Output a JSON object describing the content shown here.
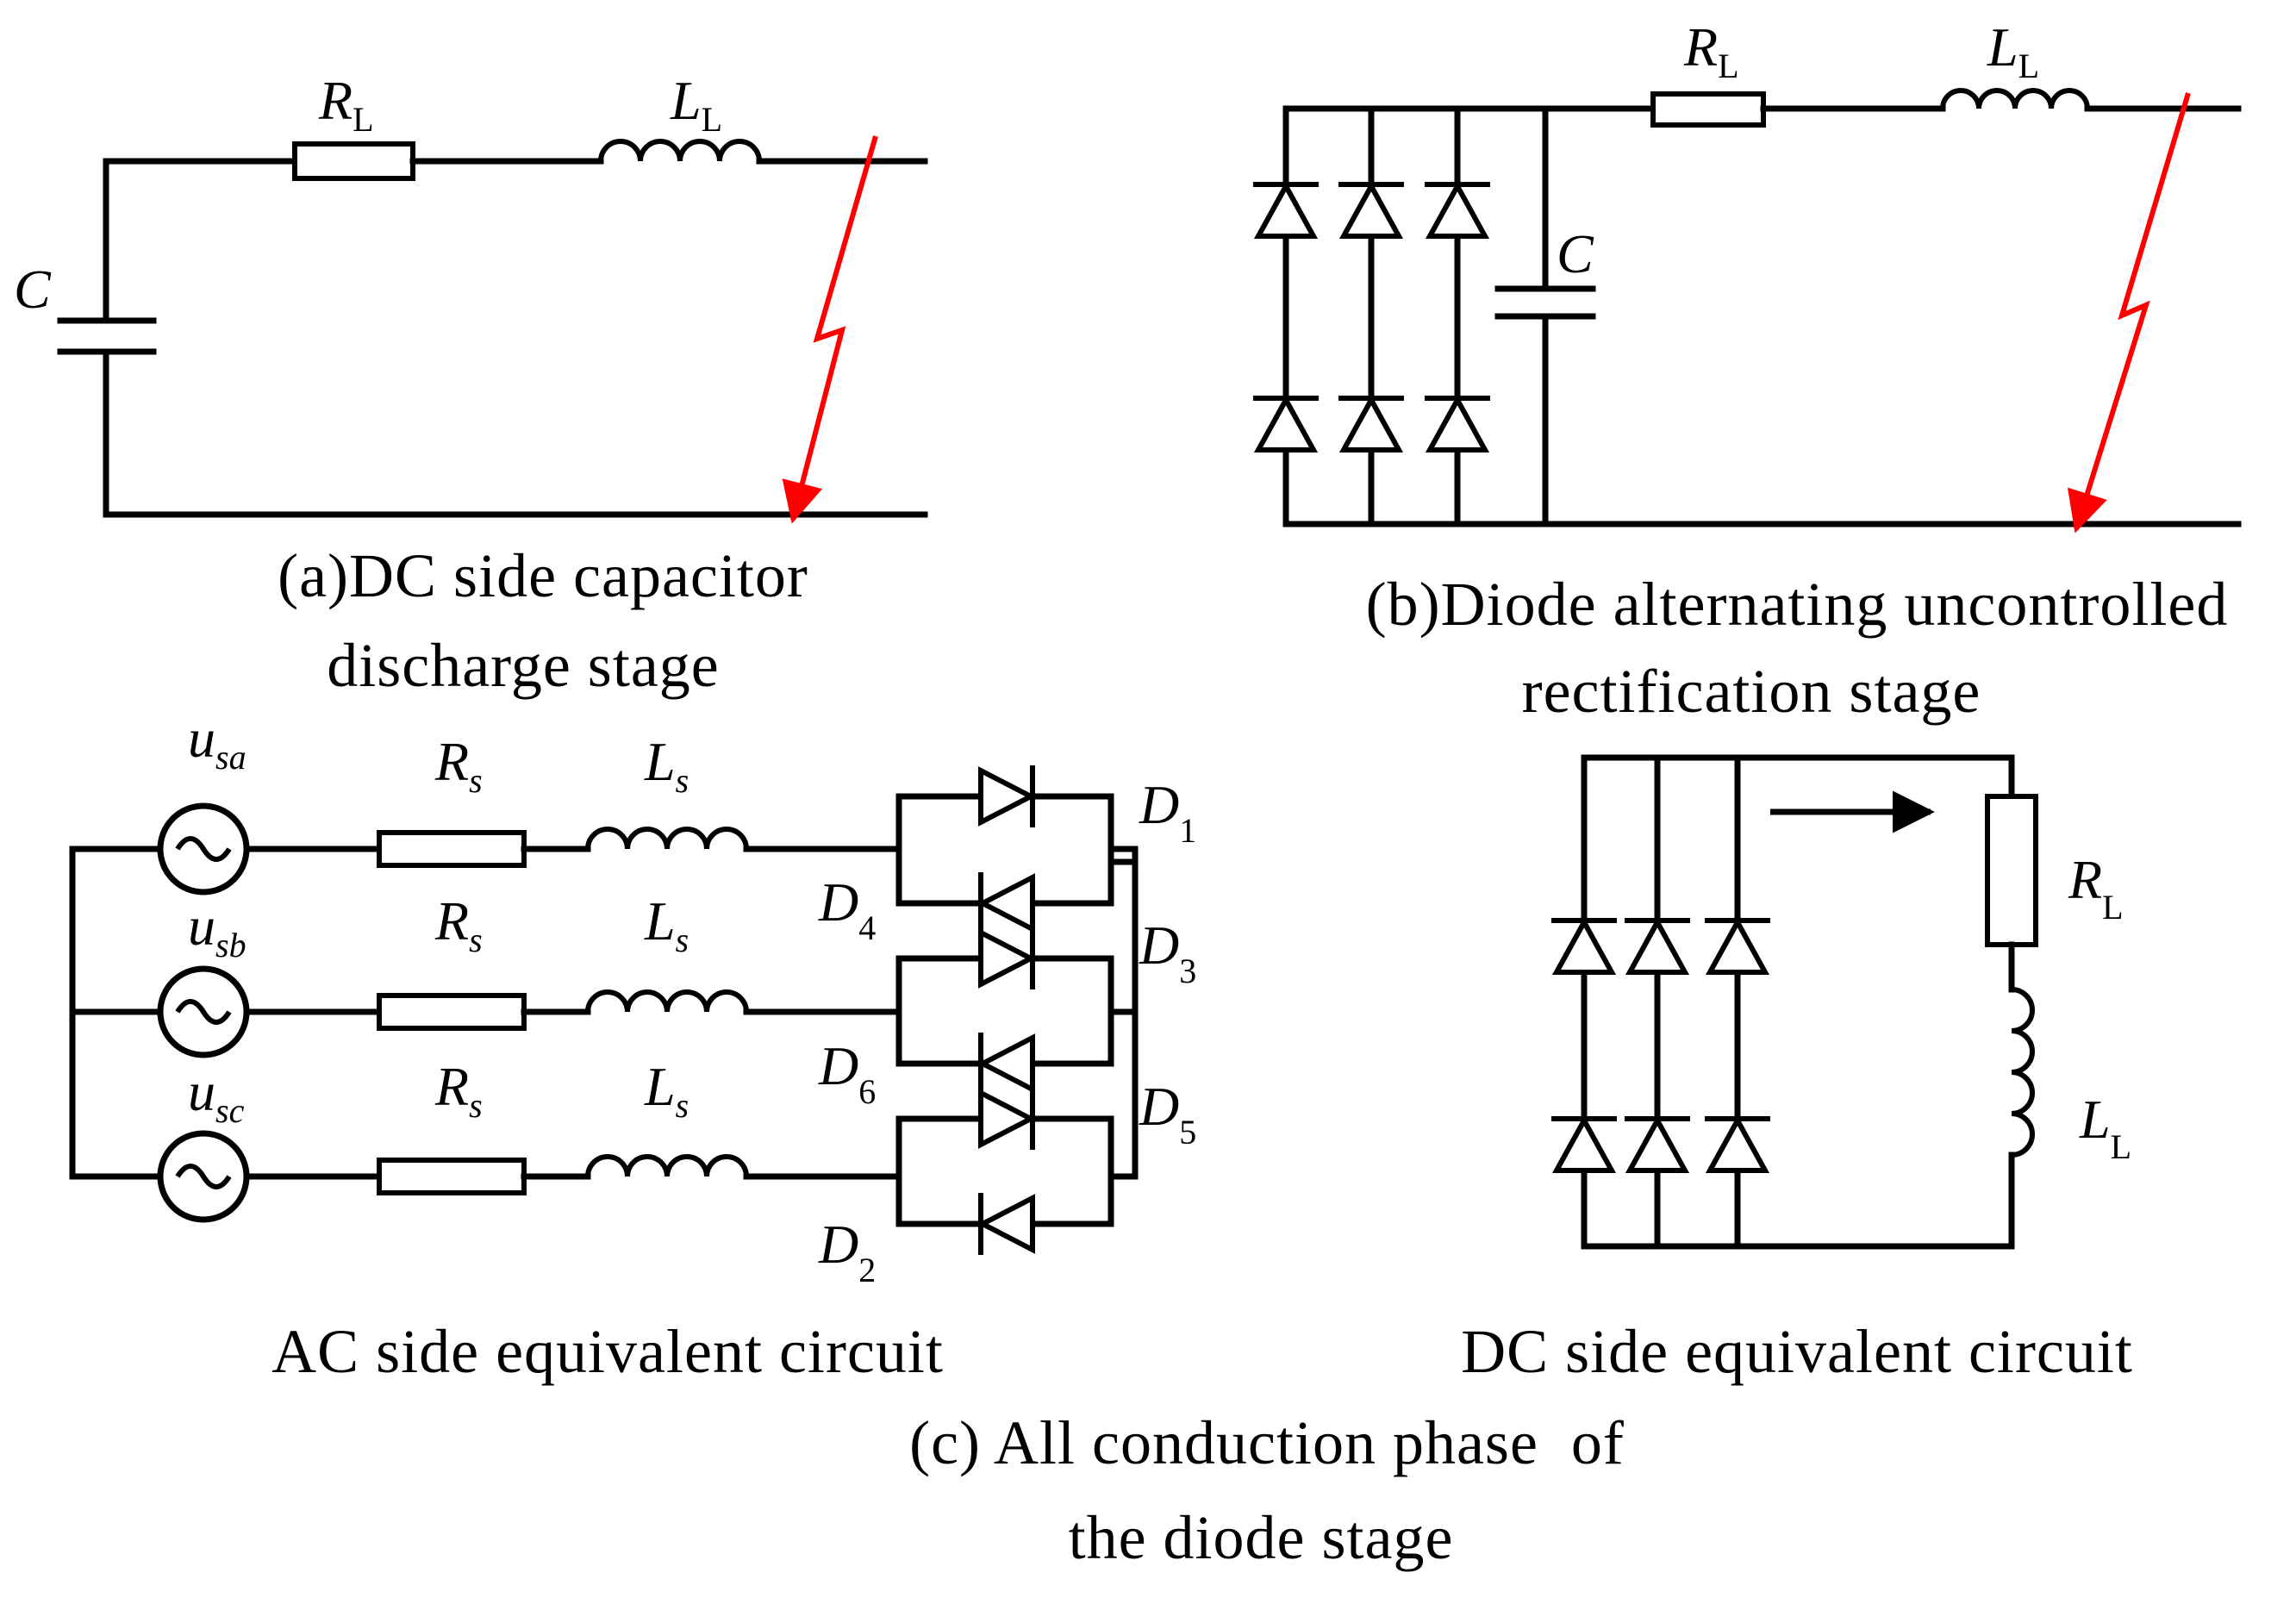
{
  "panel_a": {
    "caption_line1": "(a)DC side capacitor",
    "caption_line2": "discharge stage",
    "label_C": "C",
    "label_R": "R",
    "label_R_sub": "L",
    "label_L": "L",
    "label_L_sub": "L"
  },
  "panel_b": {
    "caption_line1": "(b)Diode alternating uncontrolled",
    "caption_line2": "rectification stage",
    "label_C": "C",
    "label_R": "R",
    "label_R_sub": "L",
    "label_L": "L",
    "label_L_sub": "L"
  },
  "panel_c_ac": {
    "caption": "AC side equivalent circuit",
    "source_labels": [
      {
        "main": "u",
        "sub": "sa"
      },
      {
        "main": "u",
        "sub": "sb"
      },
      {
        "main": "u",
        "sub": "sc"
      }
    ],
    "label_R": "R",
    "label_R_sub": "s",
    "label_L": "L",
    "label_L_sub": "s",
    "diodes": {
      "D1": {
        "main": "D",
        "sub": "1"
      },
      "D2": {
        "main": "D",
        "sub": "2"
      },
      "D3": {
        "main": "D",
        "sub": "3"
      },
      "D4": {
        "main": "D",
        "sub": "4"
      },
      "D5": {
        "main": "D",
        "sub": "5"
      },
      "D6": {
        "main": "D",
        "sub": "6"
      }
    }
  },
  "panel_c_dc": {
    "caption": "DC side equivalent circuit",
    "label_R": "R",
    "label_R_sub": "L",
    "label_L": "L",
    "label_L_sub": "L"
  },
  "panel_c": {
    "caption_line1": "(c) All conduction phase  of",
    "caption_line2": "the diode stage"
  },
  "colors": {
    "wire": "#000000",
    "fault_arrow": "#ff0000"
  }
}
